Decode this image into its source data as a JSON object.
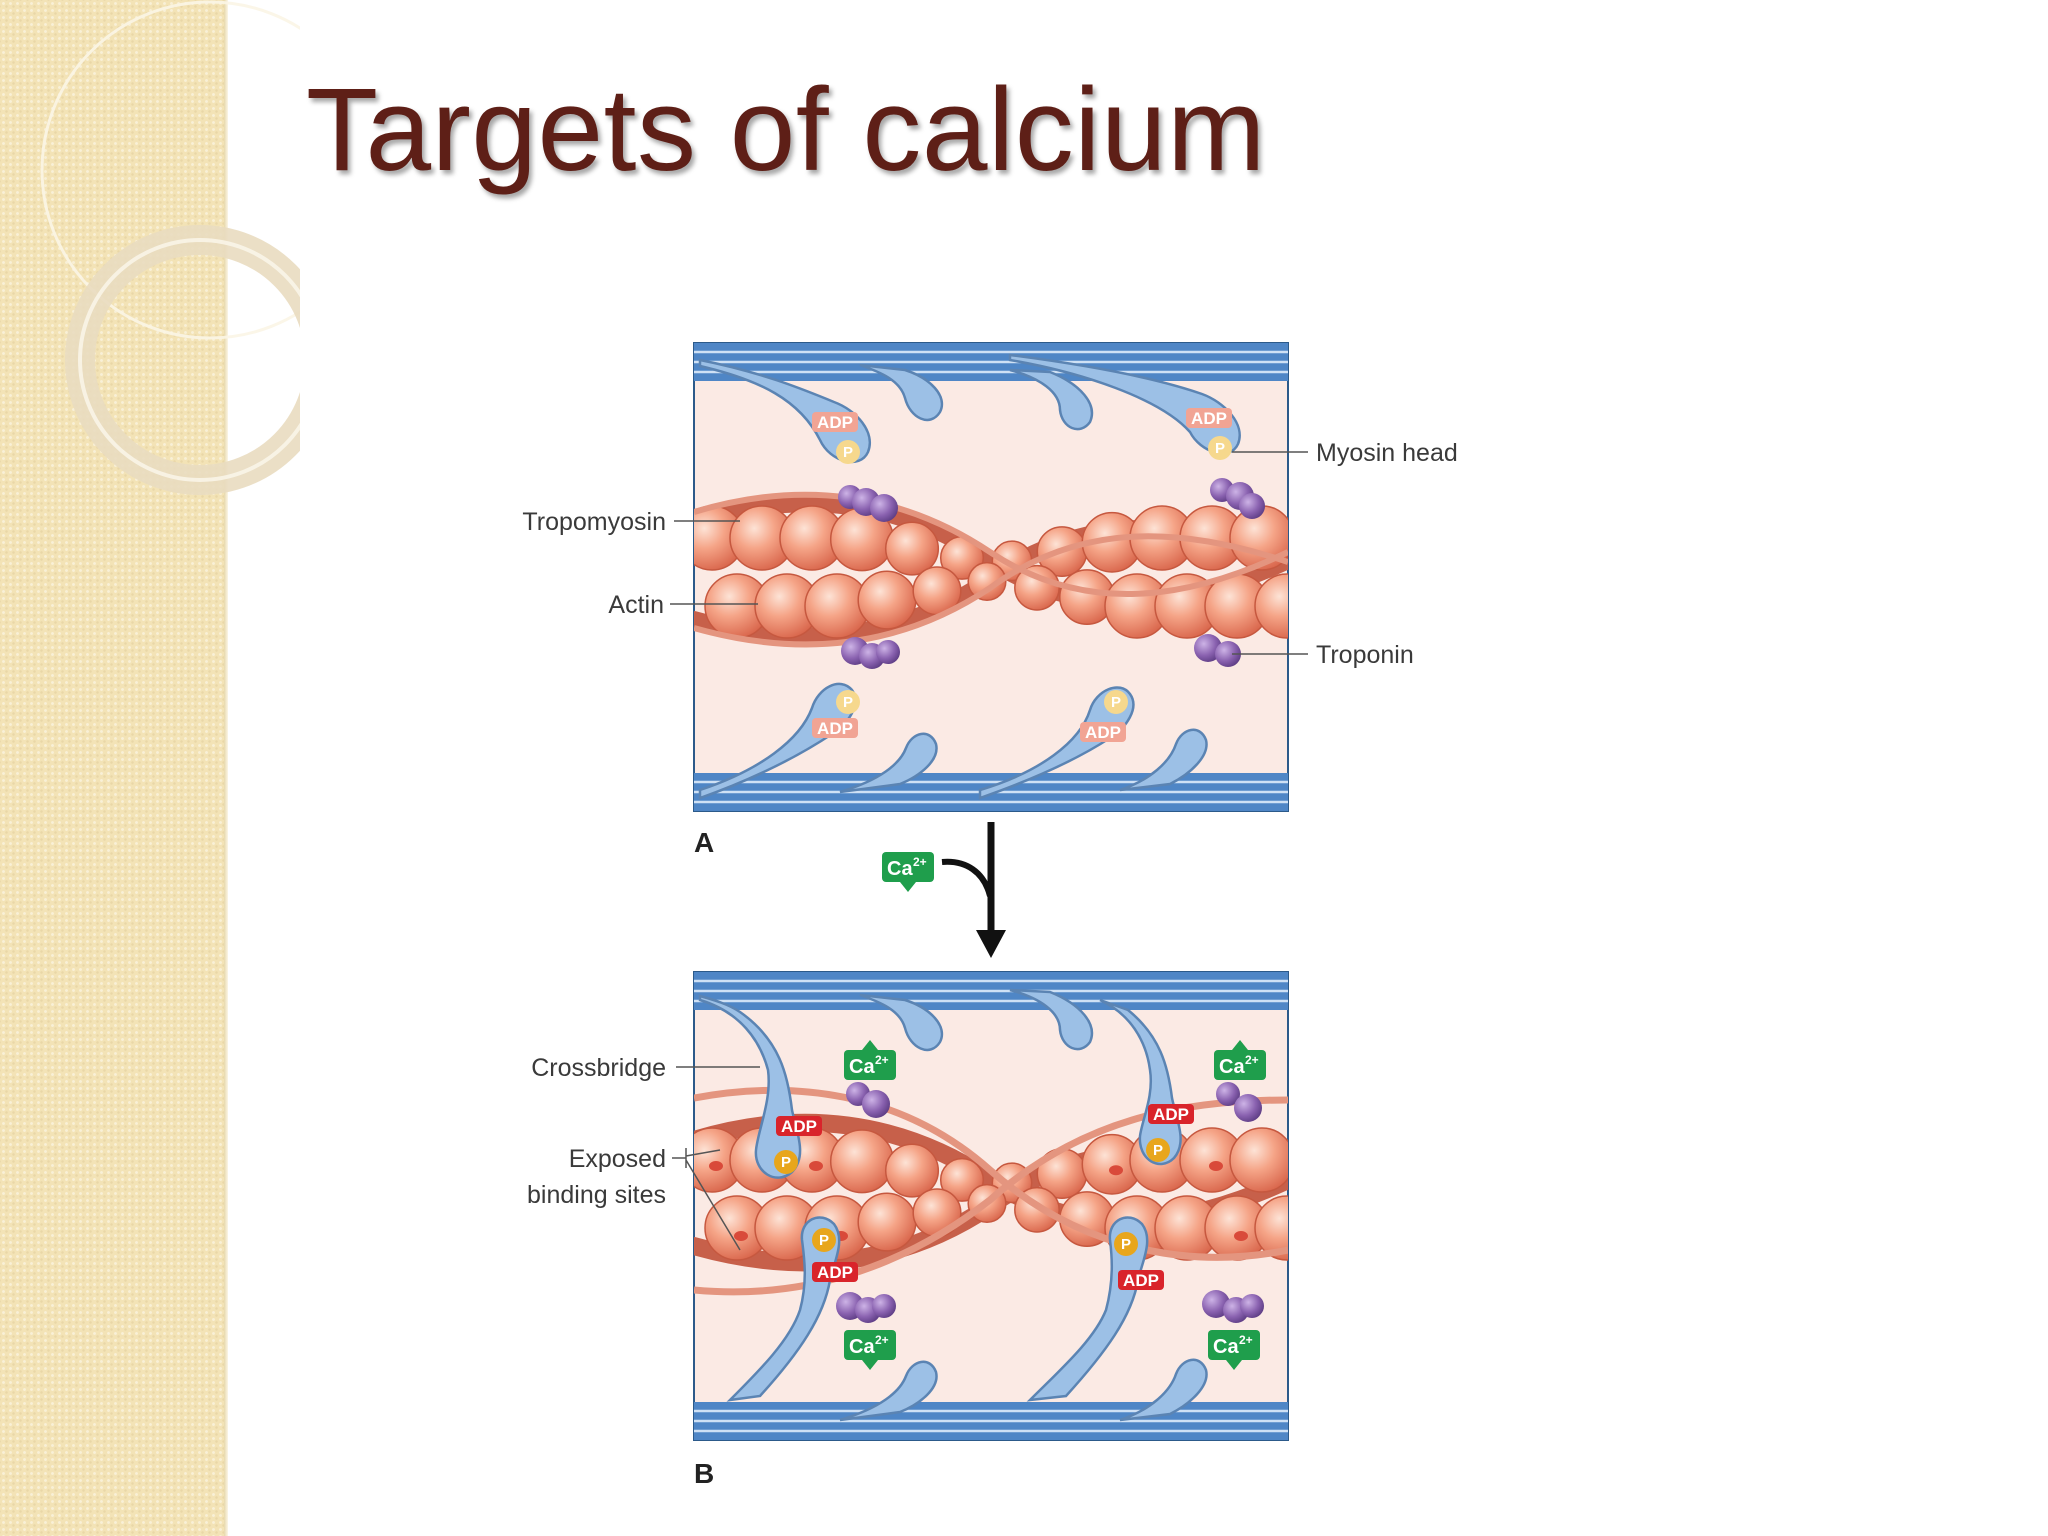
{
  "slide": {
    "title": "Targets of calcium"
  },
  "labels": {
    "myosin_head": "Myosin head",
    "tropomyosin": "Tropomyosin",
    "actin": "Actin",
    "troponin": "Troponin",
    "crossbridge": "Crossbridge",
    "exposed_1": "Exposed",
    "exposed_2": "binding sites"
  },
  "panels": {
    "a": "A",
    "b": "B"
  },
  "tags": {
    "adp": "ADP",
    "p": "P",
    "ca": "Ca",
    "ca_charge": "2+"
  },
  "colors": {
    "title": "#5e1f17",
    "sidebar": "#f3e3b6",
    "thick_filament": "#4f86c6",
    "myosin": "#9cc0e6",
    "actin": "#f08a6e",
    "troponin": "#8a62b0",
    "adp_tag": "#d9242b",
    "ca_tag": "#1f9e4c",
    "phosphate": "#e8a61c"
  }
}
